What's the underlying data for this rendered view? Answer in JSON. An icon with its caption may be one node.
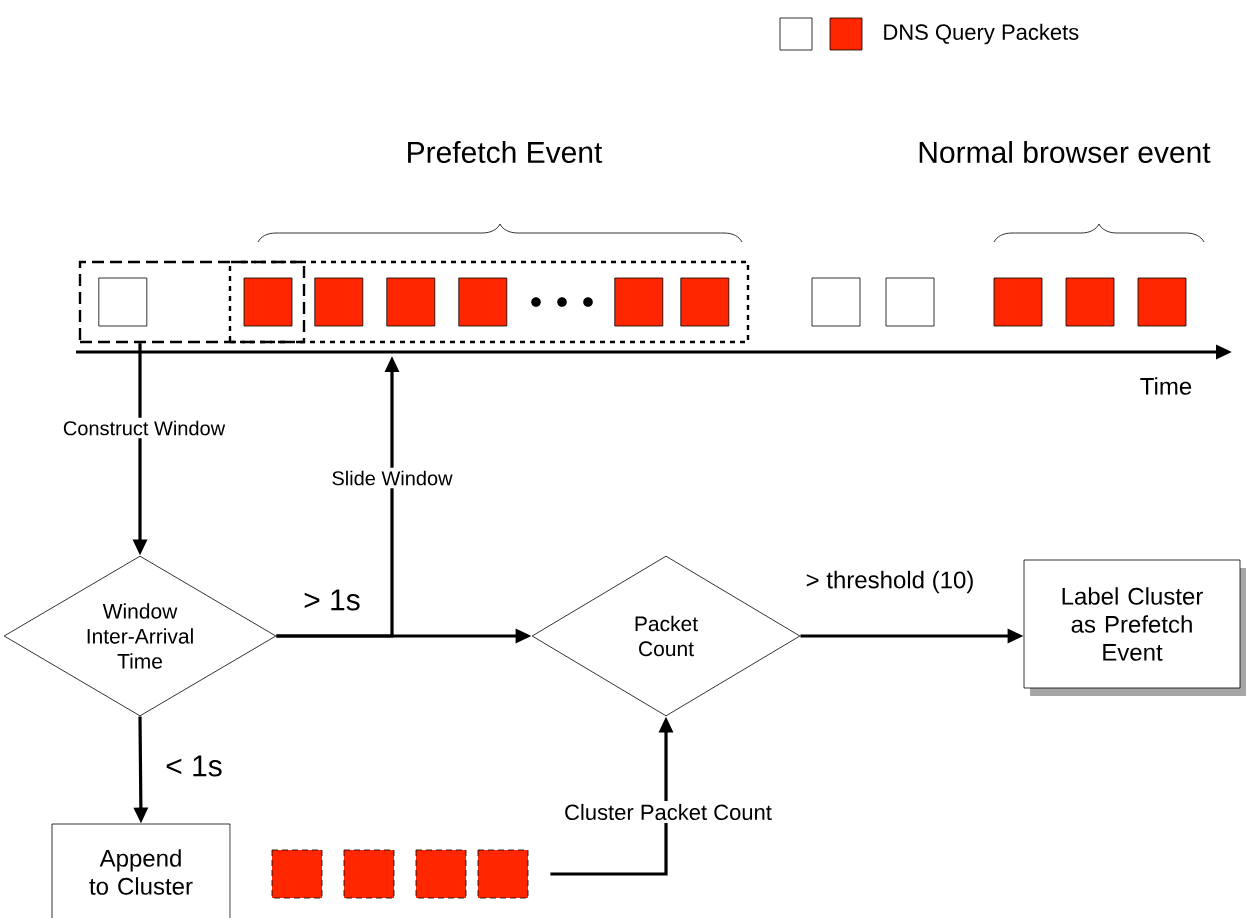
{
  "diagram": {
    "nodes": [
      {
        "text": [],
        "shape": "box"
      },
      {
        "text": [],
        "shape": "box"
      },
      {
        "text": [
          "Window Inter-Arrival Time"
        ]
      },
      {
        "text": [
          "Packet Count"
        ]
      },
      {
        "text": [
          "Label Cluster as Prefetch Event"
        ]
      },
      {
        "text": [
          "Append to Cluster"
        ]
      },
      {
        "text": [],
        "shape": "box"
      },
      {
        "text": [],
        "shape": "box",
        "in": 0
      },
      {
        "text": [],
        "shape": "box"
      },
      {
        "text": [],
        "shape": "box",
        "in": 1
      },
      {
        "text": [],
        "shape": "box",
        "in": 1
      },
      {
        "text": [],
        "shape": "box",
        "in": 1
      },
      {
        "text": [],
        "shape": "box",
        "in": 1
      },
      {
        "text": [],
        "shape": "box",
        "in": 1
      },
      {
        "text": [],
        "shape": "box"
      },
      {
        "text": [],
        "shape": "box"
      },
      {
        "text": [],
        "shape": "box"
      },
      {
        "text": [],
        "shape": "box"
      },
      {
        "text": [],
        "shape": "box"
      }
    ],
    "edges": [
      {
        "from": 0,
        "to": 2,
        "arrow": "to",
        "label": "Construct Window"
      },
      {
        "from": 2,
        "to": 1,
        "arrow": "to",
        "label": "Slide Window"
      },
      {
        "from": 2,
        "to": 3,
        "arrow": "to",
        "label": "> 1s"
      },
      {
        "from": 3,
        "to": 4,
        "arrow": "to",
        "label": "> threshold (10)"
      },
      {
        "from": 2,
        "to": 5,
        "arrow": "to",
        "label": "< 1s"
      },
      {
        "from": 6,
        "to": 3,
        "arrow": "to",
        "label": "Cluster Packet Count"
      }
    ],
    "labels": [
      "Prefetch Event",
      "Normal browser event",
      "Time"
    ],
    "legend": [
      {
        "text": "DNS Query Packets",
        "color": "#ff2600"
      }
    ]
  }
}
